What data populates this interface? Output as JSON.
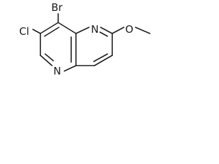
{
  "molecule": {
    "atoms": {
      "br": "Br",
      "cl": "Cl",
      "n_ring_top": "N",
      "n_ring_bottom": "N",
      "o": "O"
    }
  }
}
